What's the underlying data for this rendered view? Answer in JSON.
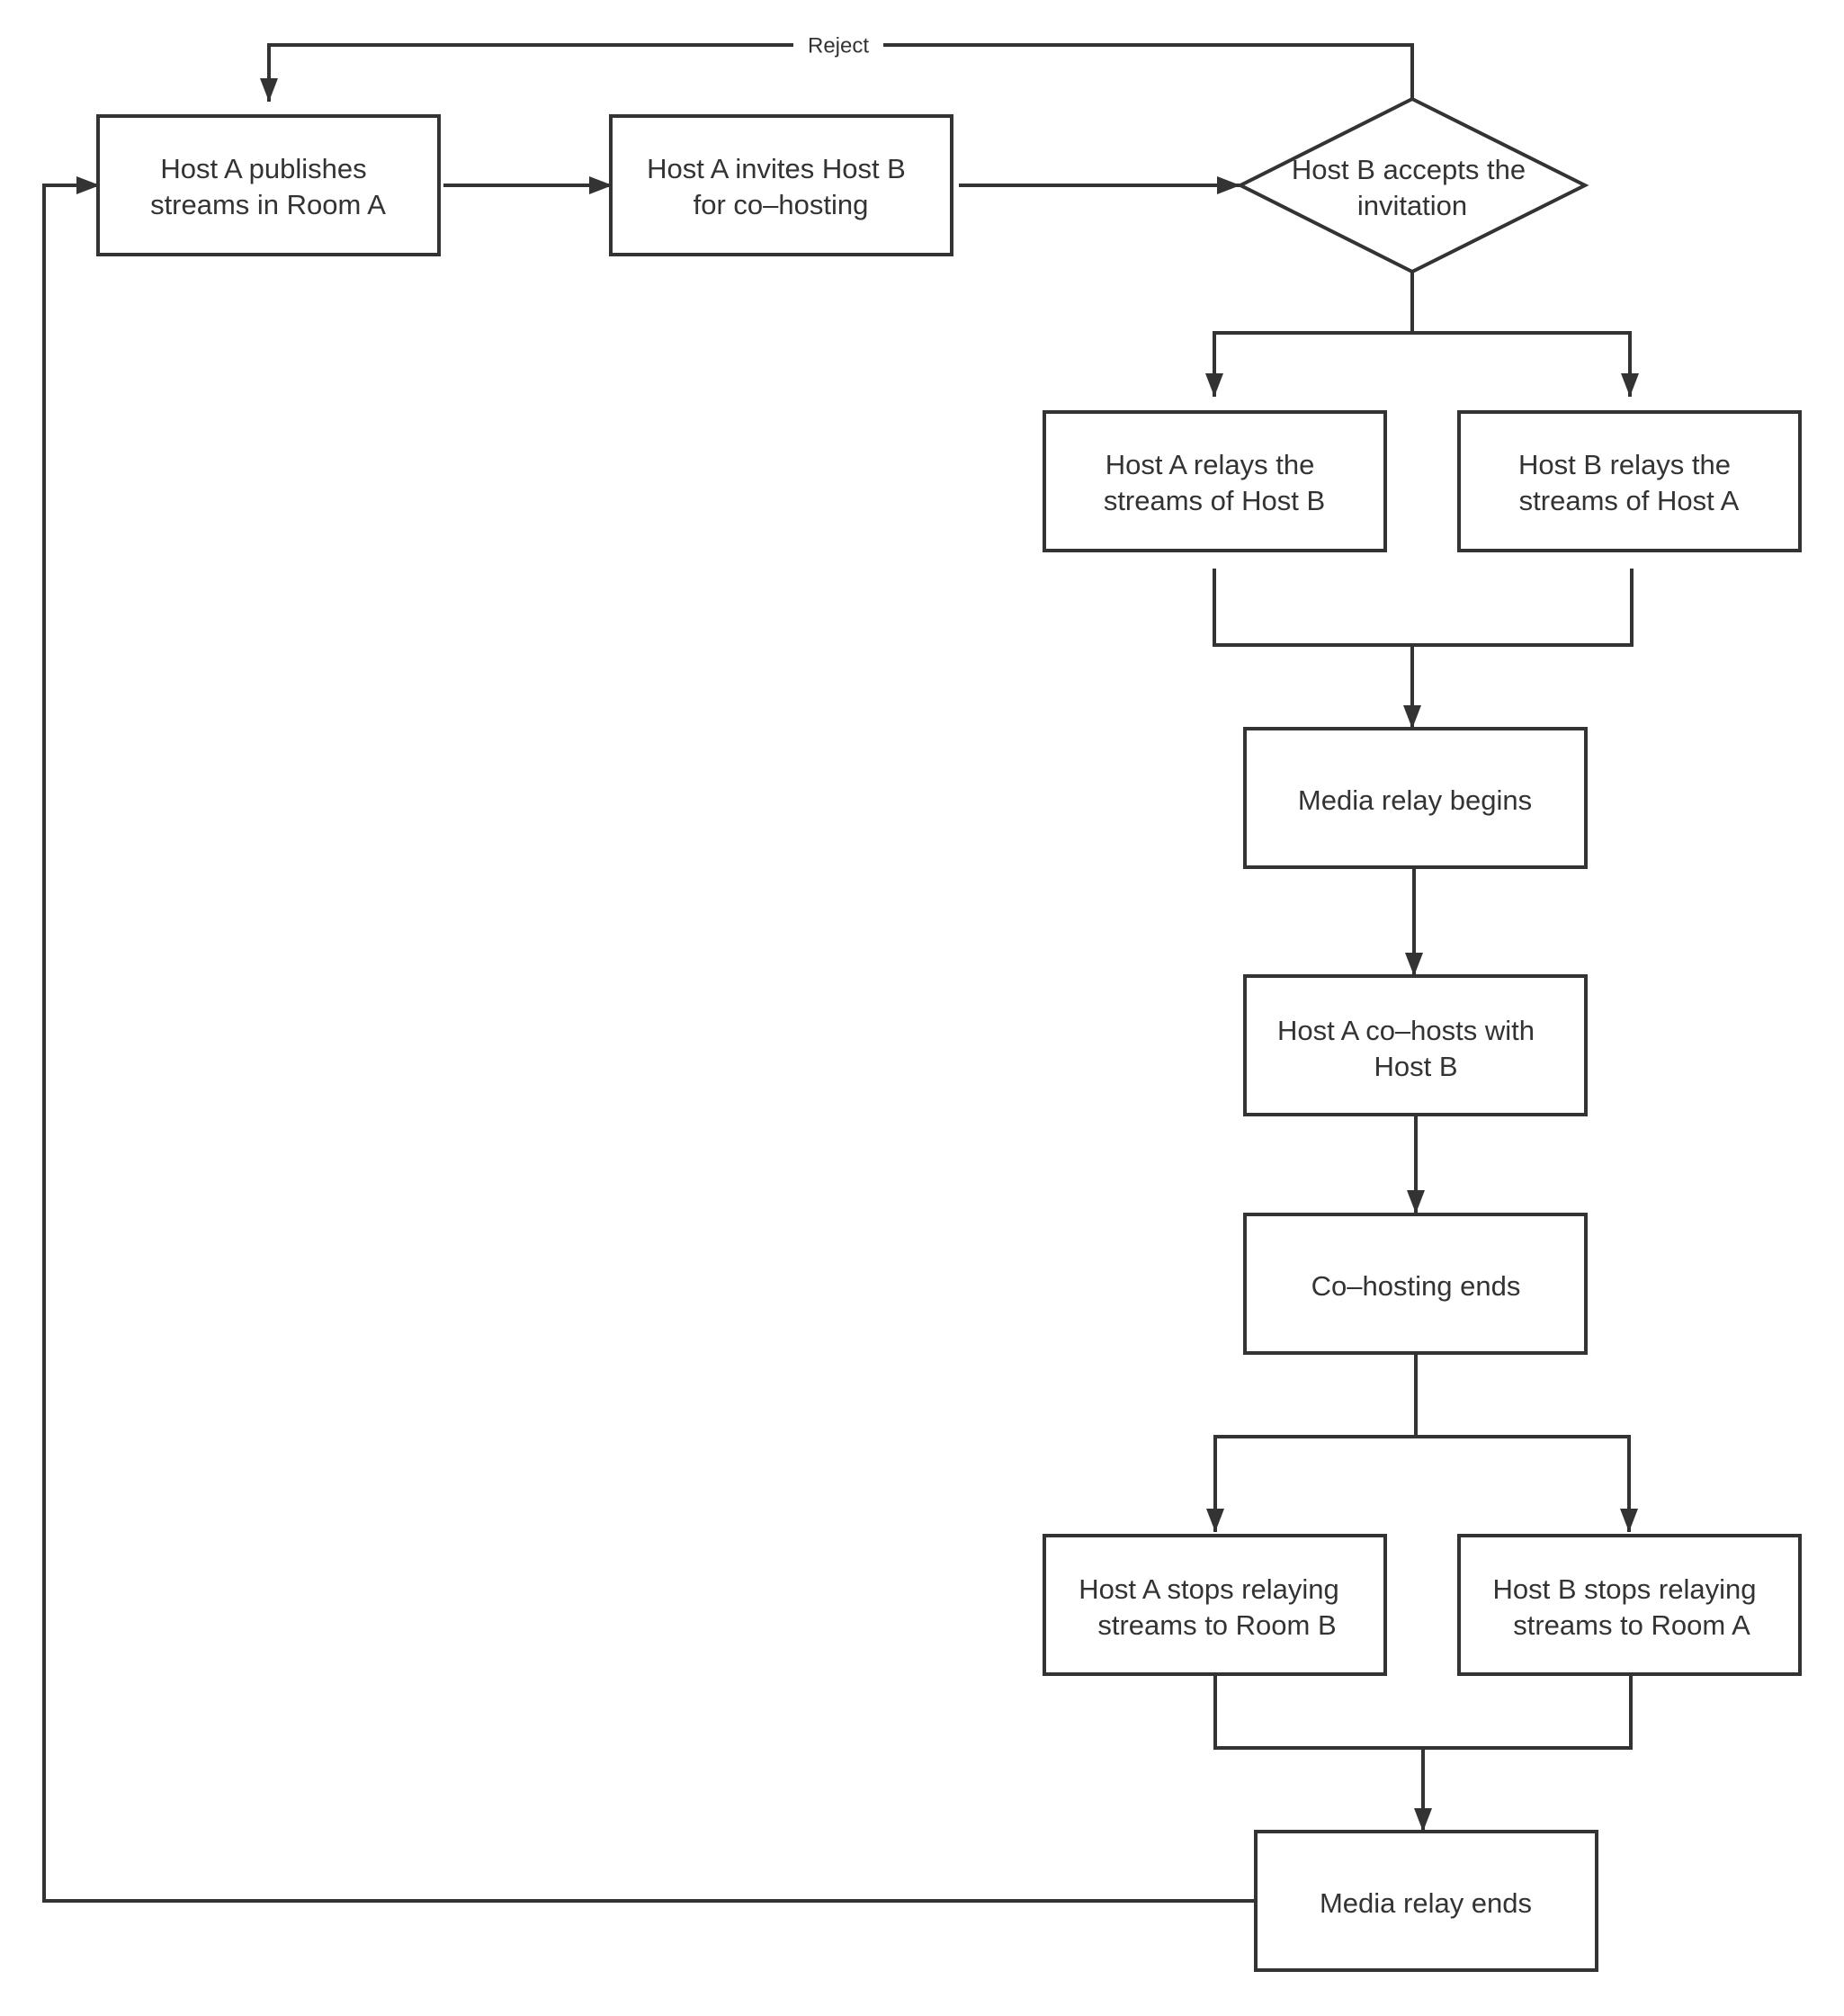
{
  "flowchart": {
    "nodes": {
      "publish": {
        "lines": [
          "Host A publishes",
          "streams in Room A"
        ]
      },
      "invite": {
        "lines": [
          "Host A invites Host B",
          "for co–hosting"
        ]
      },
      "accept": {
        "lines": [
          "Host B accepts the",
          "invitation"
        ]
      },
      "relay_a": {
        "lines": [
          "Host A relays the",
          "streams of Host B"
        ]
      },
      "relay_b": {
        "lines": [
          "Host B relays the",
          "streams of Host A"
        ]
      },
      "relay_begins": {
        "lines": [
          "Media relay begins"
        ]
      },
      "cohosts": {
        "lines": [
          "Host A co–hosts with",
          "Host B"
        ]
      },
      "cohost_ends": {
        "lines": [
          "Co–hosting ends"
        ]
      },
      "stop_a": {
        "lines": [
          "Host A stops relaying",
          "streams to Room B"
        ]
      },
      "stop_b": {
        "lines": [
          "Host B stops relaying",
          "streams to Room A"
        ]
      },
      "relay_ends": {
        "lines": [
          "Media relay ends"
        ]
      }
    },
    "edge_labels": {
      "reject": "Reject"
    },
    "colors": {
      "stroke": "#333333",
      "text": "#333333",
      "background": "#ffffff"
    }
  }
}
